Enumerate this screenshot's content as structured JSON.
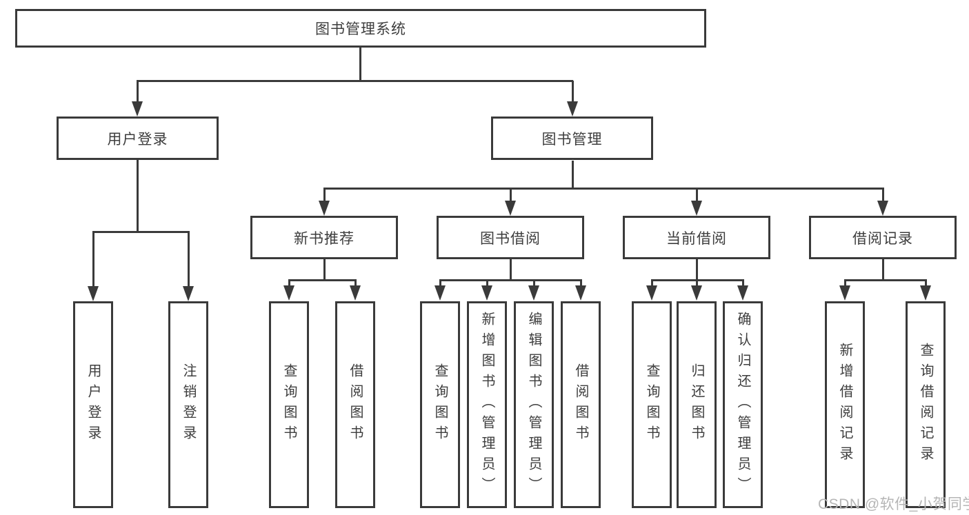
{
  "diagram_type": "hierarchy-tree",
  "nodes": {
    "root": "图书管理系统",
    "user_login": "用户登录",
    "book_mgmt": "图书管理",
    "new_book_rec": "新书推荐",
    "book_borrow": "图书借阅",
    "current_borrow": "当前借阅",
    "borrow_record": "借阅记录",
    "ul_login": "用户登录",
    "ul_logout": "注销登录",
    "nb_search": "查询图书",
    "nb_borrow": "借阅图书",
    "bb_search": "查询图书",
    "bb_add": "新增图书（管理员）",
    "bb_edit": "编辑图书（管理员）",
    "bb_borrow": "借阅图书",
    "cb_search": "查询图书",
    "cb_return": "归还图书",
    "cb_confirm": "确认归还（管理员）",
    "br_add": "新增借阅记录",
    "br_search": "查询借阅记录"
  },
  "hierarchy": {
    "图书管理系统": [
      "用户登录",
      "图书管理"
    ],
    "用户登录": [
      "用户登录",
      "注销登录"
    ],
    "图书管理": [
      "新书推荐",
      "图书借阅",
      "当前借阅",
      "借阅记录"
    ],
    "新书推荐": [
      "查询图书",
      "借阅图书"
    ],
    "图书借阅": [
      "查询图书",
      "新增图书（管理员）",
      "编辑图书（管理员）",
      "借阅图书"
    ],
    "当前借阅": [
      "查询图书",
      "归还图书",
      "确认归还（管理员）"
    ],
    "借阅记录": [
      "新增借阅记录",
      "查询借阅记录"
    ]
  },
  "watermark": "CSDN @软件_小贺同学",
  "colors": {
    "line": "#3a3a3a",
    "text": "#3d3d3d",
    "watermark": "#b5b5b5",
    "background": "#ffffff"
  }
}
